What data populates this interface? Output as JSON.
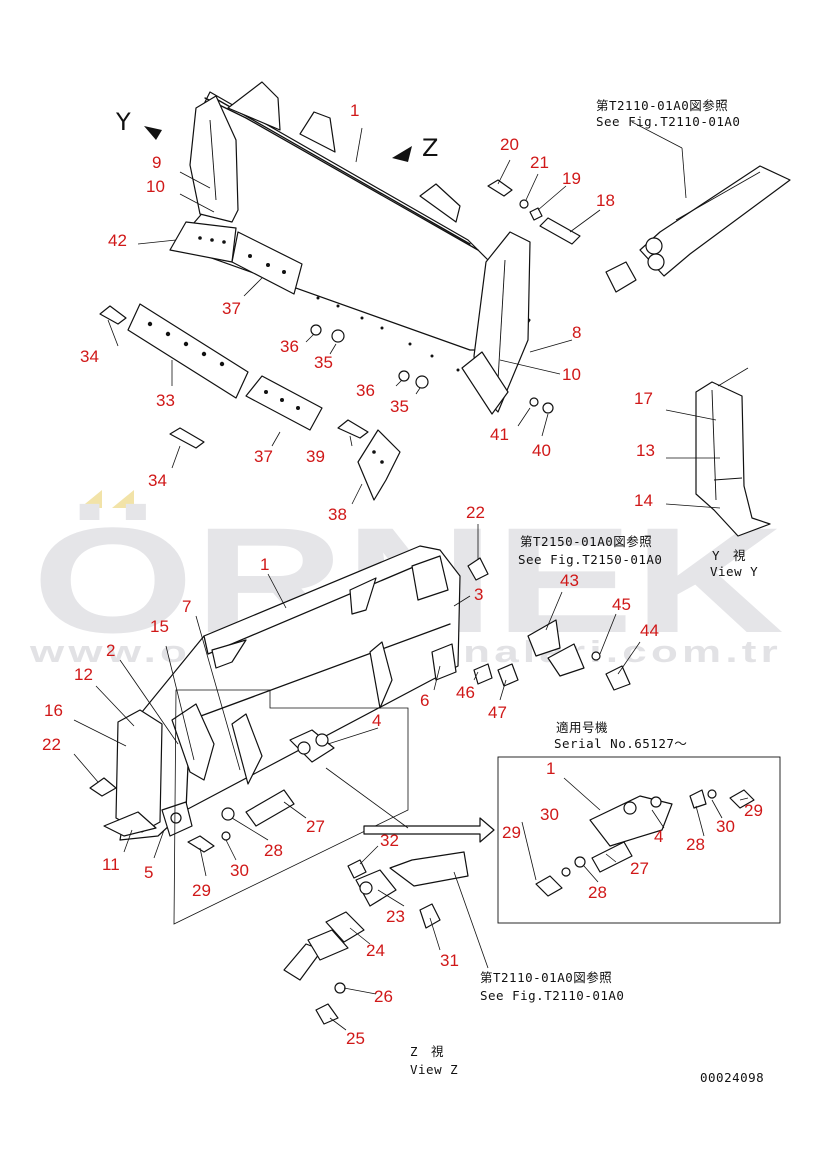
{
  "watermark": {
    "brand": "ÖRNEK",
    "url": "www.ornekismakinalari.com.tr"
  },
  "view_labels": {
    "y": "Y",
    "z": "Z"
  },
  "references": {
    "fig_t2110_top_jp": "第T2110-01A0図参照",
    "fig_t2110_top_en": "See Fig.T2110-01A0",
    "fig_t2150_jp": "第T2150-01A0図参照",
    "fig_t2150_en": "See Fig.T2150-01A0",
    "view_y_jp": "Y　視",
    "view_y_en": "View Y",
    "serial_jp": "適用号機",
    "serial_en": "Serial No.65127～",
    "fig_t2110_bottom_jp": "第T2110-01A0図参照",
    "fig_t2110_bottom_en": "See Fig.T2110-01A0",
    "view_z_jp": "Z　視",
    "view_z_en": "View Z",
    "drawing_no": "00024098"
  },
  "colors": {
    "callout": "#d01818",
    "line": "#111111",
    "watermark": "#e5e5e8",
    "watermark_accent": "#f2e3a8"
  },
  "callouts": [
    {
      "id": "c1a",
      "label": "1"
    },
    {
      "id": "c9",
      "label": "9"
    },
    {
      "id": "c10a",
      "label": "10"
    },
    {
      "id": "c42",
      "label": "42"
    },
    {
      "id": "c37a",
      "label": "37"
    },
    {
      "id": "c34a",
      "label": "34"
    },
    {
      "id": "c36a",
      "label": "36"
    },
    {
      "id": "c35a",
      "label": "35"
    },
    {
      "id": "c33",
      "label": "33"
    },
    {
      "id": "c36b",
      "label": "36"
    },
    {
      "id": "c35b",
      "label": "35"
    },
    {
      "id": "c37b",
      "label": "37"
    },
    {
      "id": "c39",
      "label": "39"
    },
    {
      "id": "c34b",
      "label": "34"
    },
    {
      "id": "c38",
      "label": "38"
    },
    {
      "id": "c20",
      "label": "20"
    },
    {
      "id": "c21",
      "label": "21"
    },
    {
      "id": "c19",
      "label": "19"
    },
    {
      "id": "c18",
      "label": "18"
    },
    {
      "id": "c8",
      "label": "8"
    },
    {
      "id": "c10b",
      "label": "10"
    },
    {
      "id": "c41",
      "label": "41"
    },
    {
      "id": "c40",
      "label": "40"
    },
    {
      "id": "c17",
      "label": "17"
    },
    {
      "id": "c13",
      "label": "13"
    },
    {
      "id": "c14",
      "label": "14"
    },
    {
      "id": "c22a",
      "label": "22"
    },
    {
      "id": "c1b",
      "label": "1"
    },
    {
      "id": "c3",
      "label": "3"
    },
    {
      "id": "c43",
      "label": "43"
    },
    {
      "id": "c45",
      "label": "45"
    },
    {
      "id": "c44",
      "label": "44"
    },
    {
      "id": "c7",
      "label": "7"
    },
    {
      "id": "c15",
      "label": "15"
    },
    {
      "id": "c2",
      "label": "2"
    },
    {
      "id": "c12",
      "label": "12"
    },
    {
      "id": "c16",
      "label": "16"
    },
    {
      "id": "c22b",
      "label": "22"
    },
    {
      "id": "c6",
      "label": "6"
    },
    {
      "id": "c46",
      "label": "46"
    },
    {
      "id": "c47",
      "label": "47"
    },
    {
      "id": "c4a",
      "label": "4"
    },
    {
      "id": "c1c",
      "label": "1"
    },
    {
      "id": "c30a",
      "label": "30"
    },
    {
      "id": "c4b",
      "label": "4"
    },
    {
      "id": "c28a",
      "label": "28"
    },
    {
      "id": "c30b",
      "label": "30"
    },
    {
      "id": "c29a",
      "label": "29"
    },
    {
      "id": "c27a",
      "label": "27"
    },
    {
      "id": "c28b",
      "label": "28"
    },
    {
      "id": "c29b",
      "label": "29"
    },
    {
      "id": "c32",
      "label": "32"
    },
    {
      "id": "c27b",
      "label": "27"
    },
    {
      "id": "c28c",
      "label": "28"
    },
    {
      "id": "c11",
      "label": "11"
    },
    {
      "id": "c5",
      "label": "5"
    },
    {
      "id": "c29c",
      "label": "29"
    },
    {
      "id": "c30c",
      "label": "30"
    },
    {
      "id": "c23",
      "label": "23"
    },
    {
      "id": "c31",
      "label": "31"
    },
    {
      "id": "c24",
      "label": "24"
    },
    {
      "id": "c26",
      "label": "26"
    },
    {
      "id": "c25",
      "label": "25"
    }
  ]
}
